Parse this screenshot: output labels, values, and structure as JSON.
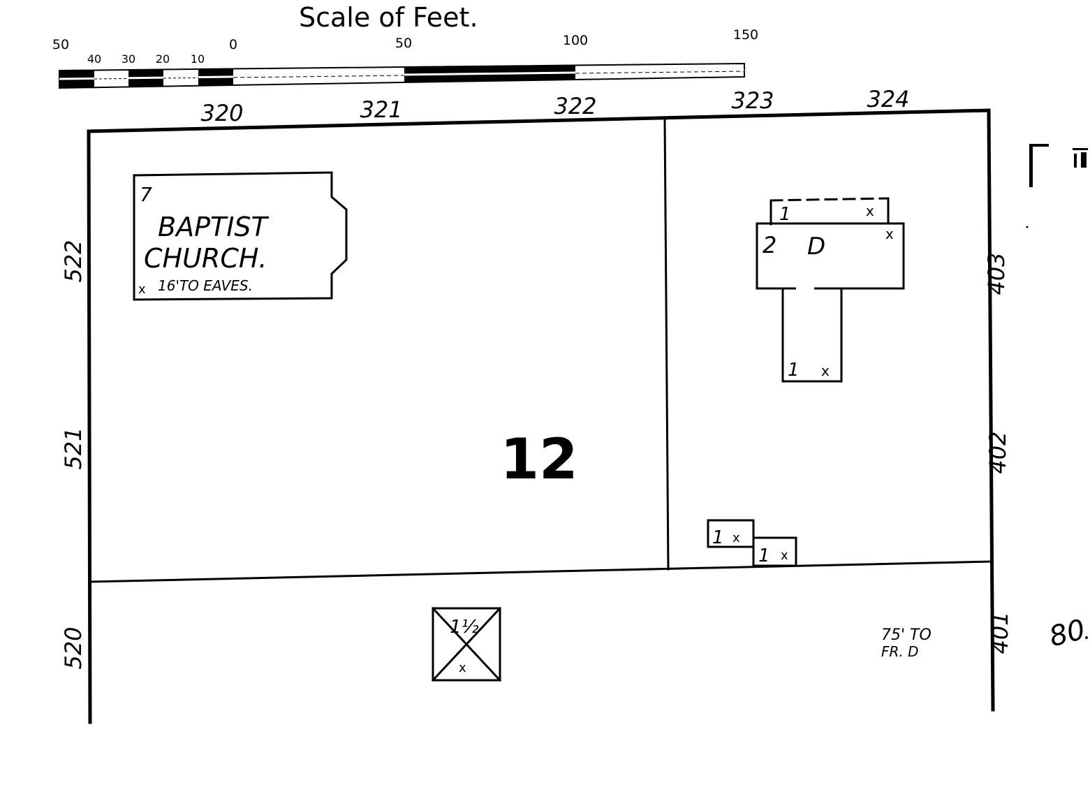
{
  "scale": {
    "title": "Scale of Feet.",
    "big_ticks": [
      "50",
      "0",
      "50",
      "100",
      "150"
    ],
    "small_ticks": [
      "40",
      "30",
      "20",
      "10"
    ]
  },
  "map": {
    "block_number": "12",
    "top_addresses": [
      "320",
      "321",
      "322",
      "323",
      "324"
    ],
    "left_addresses": [
      "522",
      "521",
      "520"
    ],
    "right_addresses": [
      "403",
      "402",
      "401"
    ],
    "edge_number": "80",
    "church": {
      "stories": "7",
      "name_line1": "BAPTIST",
      "name_line2": "CHURCH.",
      "note": "16'TO EAVES.",
      "mark": "x"
    },
    "dwelling": {
      "main_stories": "2",
      "use": "D",
      "porch_stories": "1",
      "rear_stories": "1",
      "mark": "x"
    },
    "outbuildings": [
      {
        "stories": "1",
        "mark": "x"
      },
      {
        "stories": "1",
        "mark": "x"
      }
    ],
    "small_building": {
      "label": "1½",
      "mark": "x"
    },
    "distance_note_line1": "75' TO",
    "distance_note_line2": "FR. D"
  }
}
